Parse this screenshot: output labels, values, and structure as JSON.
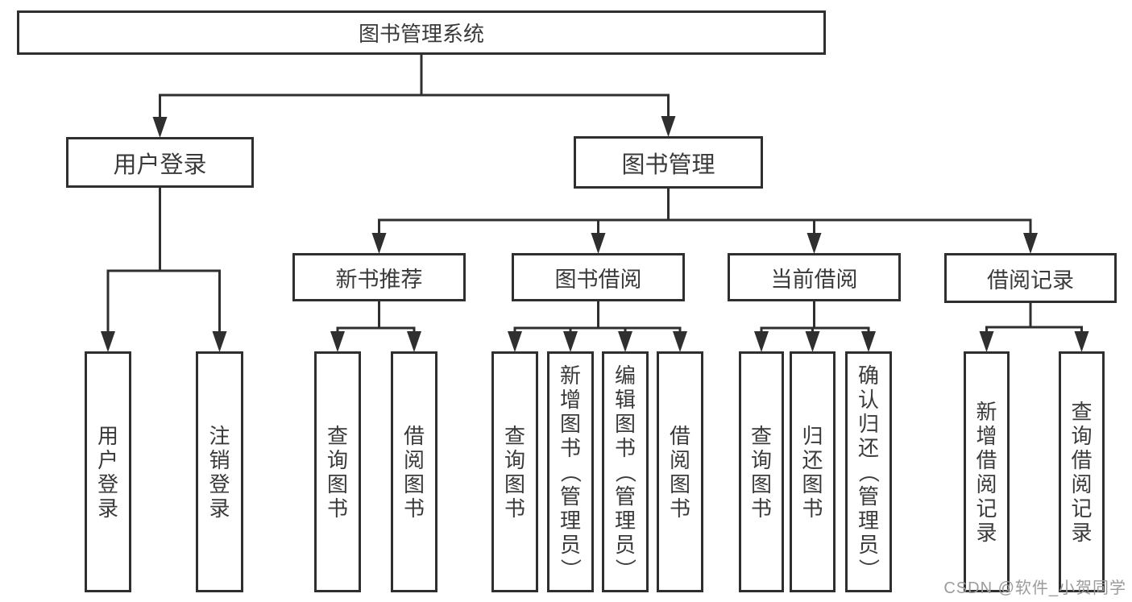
{
  "diagram": {
    "title": "图书管理系统",
    "nodes": [
      {
        "id": "system",
        "label": "图书管理系统",
        "level": 1
      },
      {
        "id": "user-login",
        "label": "用户登录",
        "level": 2
      },
      {
        "id": "book-management",
        "label": "图书管理",
        "level": 2
      },
      {
        "id": "new-book-recommendation",
        "label": "新书推荐",
        "level": 3
      },
      {
        "id": "book-borrowing",
        "label": "图书借阅",
        "level": 3
      },
      {
        "id": "current-borrowing",
        "label": "当前借阅",
        "level": 3
      },
      {
        "id": "borrowing-records",
        "label": "借阅记录",
        "level": 3
      },
      {
        "id": "user-login-leaf",
        "label": "用户登录",
        "level": 4
      },
      {
        "id": "logout-leaf",
        "label": "注销登录",
        "level": 4
      },
      {
        "id": "query-books-recommend",
        "label": "查询图书",
        "level": 4
      },
      {
        "id": "borrow-books-recommend",
        "label": "借阅图书",
        "level": 4
      },
      {
        "id": "query-books-borrowing",
        "label": "查询图书",
        "level": 4
      },
      {
        "id": "add-books-admin",
        "label": "新增图书（管理员）",
        "level": 4
      },
      {
        "id": "edit-books-admin",
        "label": "编辑图书（管理员）",
        "level": 4
      },
      {
        "id": "borrow-books-leaf",
        "label": "借阅图书",
        "level": 4
      },
      {
        "id": "query-books-current",
        "label": "查询图书",
        "level": 4
      },
      {
        "id": "return-books",
        "label": "归还图书",
        "level": 4
      },
      {
        "id": "confirm-return-admin",
        "label": "确认归还（管理员）",
        "level": 4
      },
      {
        "id": "add-borrow-record",
        "label": "新增借阅记录",
        "level": 4
      },
      {
        "id": "query-borrow-record",
        "label": "查询借阅记录",
        "level": 4
      }
    ],
    "edges": [
      {
        "parent": "system",
        "children": [
          "user-login",
          "book-management"
        ]
      },
      {
        "parent": "user-login",
        "children": [
          "user-login-leaf",
          "logout-leaf"
        ]
      },
      {
        "parent": "book-management",
        "children": [
          "new-book-recommendation",
          "book-borrowing",
          "current-borrowing",
          "borrowing-records"
        ]
      },
      {
        "parent": "new-book-recommendation",
        "children": [
          "query-books-recommend",
          "borrow-books-recommend"
        ]
      },
      {
        "parent": "book-borrowing",
        "children": [
          "query-books-borrowing",
          "add-books-admin",
          "edit-books-admin",
          "borrow-books-leaf"
        ]
      },
      {
        "parent": "current-borrowing",
        "children": [
          "query-books-current",
          "return-books",
          "confirm-return-admin"
        ]
      },
      {
        "parent": "borrowing-records",
        "children": [
          "add-borrow-record",
          "query-borrow-record"
        ]
      }
    ],
    "colors": {
      "line": "#2f2f2f",
      "text": "#3a3a3a",
      "watermark": "#9b9b9b",
      "background": "#ffffff"
    }
  },
  "watermark": {
    "text": "CSDN @软件_小贺同学"
  }
}
